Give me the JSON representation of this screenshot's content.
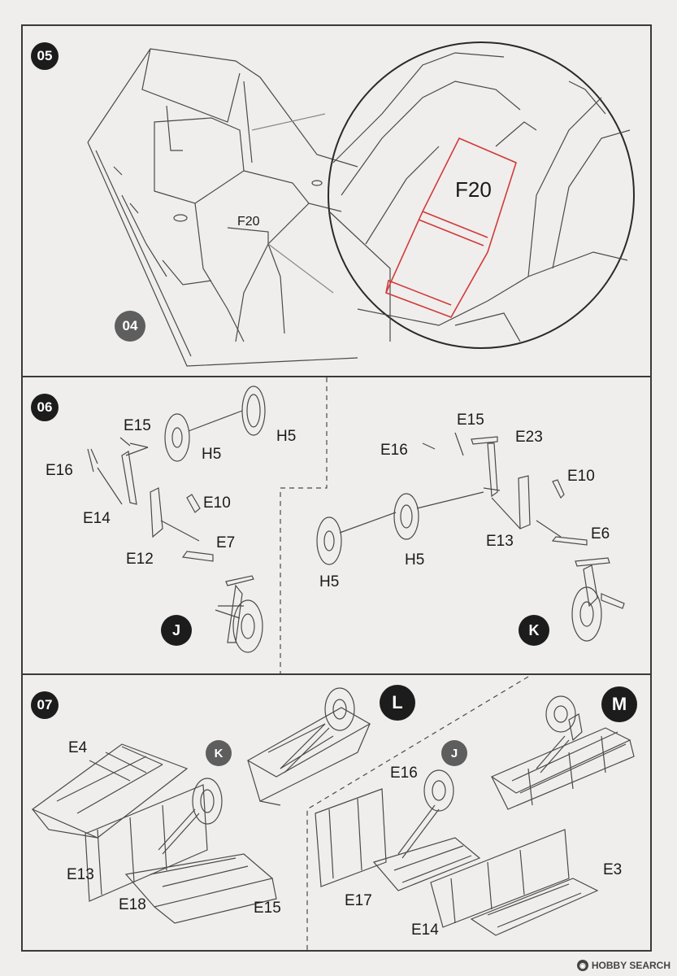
{
  "steps": {
    "s05": "05",
    "s06": "06",
    "s07": "07",
    "ref04": "04"
  },
  "step05": {
    "part_main": "F20",
    "part_zoom": "F20"
  },
  "step06": {
    "left": {
      "E15": "E15",
      "E16": "E16",
      "E14": "E14",
      "E12": "E12",
      "E10": "E10",
      "E7": "E7",
      "H5a": "H5",
      "H5b": "H5",
      "marker": "J"
    },
    "right": {
      "E15": "E15",
      "E16": "E16",
      "E23": "E23",
      "E10": "E10",
      "E13": "E13",
      "E6": "E6",
      "H5a": "H5",
      "H5b": "H5",
      "marker": "K"
    }
  },
  "step07": {
    "left": {
      "E4": "E4",
      "E13": "E13",
      "E18": "E18",
      "E15": "E15",
      "ref": "K",
      "marker": "L"
    },
    "right": {
      "E16": "E16",
      "E17": "E17",
      "E14": "E14",
      "E3": "E3",
      "ref": "J",
      "marker": "M"
    }
  },
  "colors": {
    "highlight": "#d23a3a",
    "line": "#4a4a4a",
    "background": "#efeeec"
  },
  "watermark": "HOBBY SEARCH"
}
